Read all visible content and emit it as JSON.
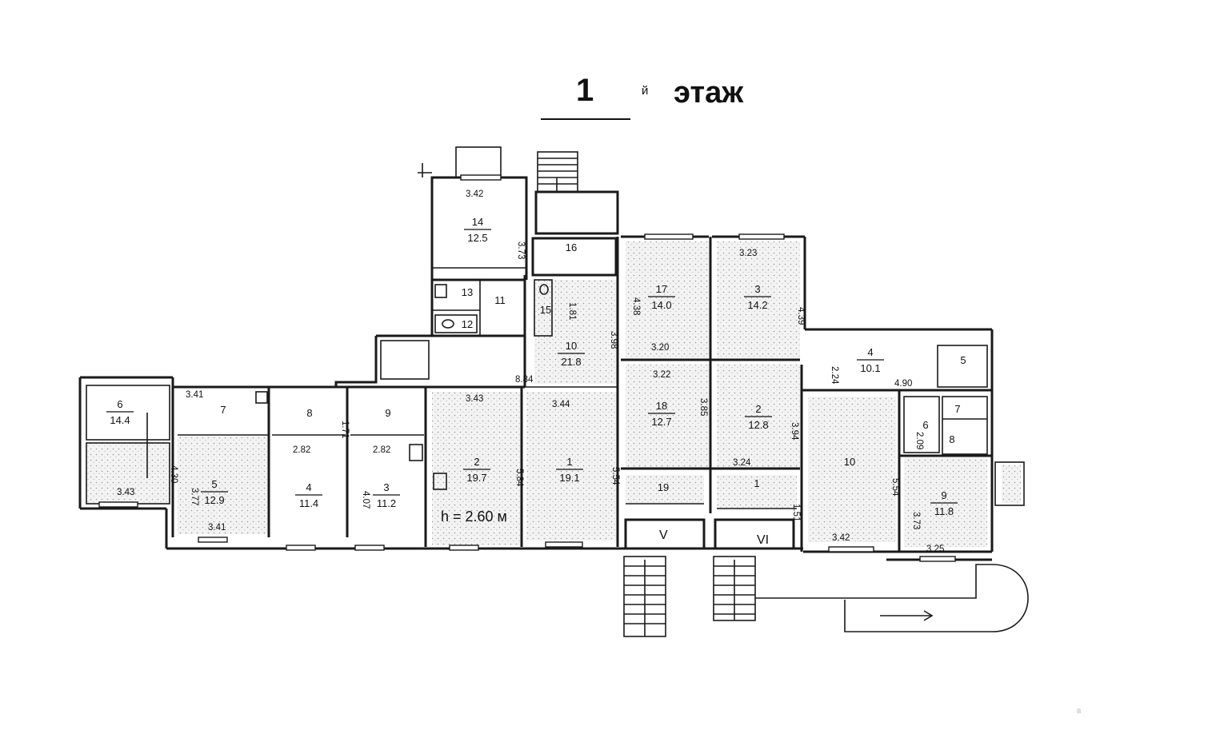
{
  "title": {
    "number": "1",
    "superscript": "й",
    "word": "этаж"
  },
  "ceiling_height": "h = 2.60 м",
  "entrances": [
    "V",
    "VI"
  ],
  "rooms": [
    {
      "id": "r14",
      "num": "14",
      "area": "12.5"
    },
    {
      "id": "r13",
      "num": "13",
      "area": ""
    },
    {
      "id": "r12",
      "num": "12",
      "area": ""
    },
    {
      "id": "r11",
      "num": "11",
      "area": ""
    },
    {
      "id": "r15",
      "num": "15",
      "area": ""
    },
    {
      "id": "r16",
      "num": "16",
      "area": ""
    },
    {
      "id": "r10a",
      "num": "10",
      "area": "21.8"
    },
    {
      "id": "r17",
      "num": "17",
      "area": "14.0"
    },
    {
      "id": "r3b",
      "num": "3",
      "area": "14.2"
    },
    {
      "id": "r4b",
      "num": "4",
      "area": "10.1"
    },
    {
      "id": "r5b",
      "num": "5",
      "area": ""
    },
    {
      "id": "r6a",
      "num": "6",
      "area": "14.4"
    },
    {
      "id": "r7a",
      "num": "7",
      "area": ""
    },
    {
      "id": "r8a",
      "num": "8",
      "area": ""
    },
    {
      "id": "r9a",
      "num": "9",
      "area": ""
    },
    {
      "id": "r5a",
      "num": "5",
      "area": "12.9"
    },
    {
      "id": "r4a",
      "num": "4",
      "area": "11.4"
    },
    {
      "id": "r3a",
      "num": "3",
      "area": "11.2"
    },
    {
      "id": "r2a",
      "num": "2",
      "area": "19.7"
    },
    {
      "id": "r1a",
      "num": "1",
      "area": "19.1"
    },
    {
      "id": "r18",
      "num": "18",
      "area": "12.7"
    },
    {
      "id": "r2b",
      "num": "2",
      "area": "12.8"
    },
    {
      "id": "r19",
      "num": "19",
      "area": ""
    },
    {
      "id": "r1b",
      "num": "1",
      "area": ""
    },
    {
      "id": "r10b",
      "num": "10",
      "area": ""
    },
    {
      "id": "r6b",
      "num": "6",
      "area": ""
    },
    {
      "id": "r7b",
      "num": "7",
      "area": ""
    },
    {
      "id": "r8b",
      "num": "8",
      "area": ""
    },
    {
      "id": "r9b",
      "num": "9",
      "area": "11.8"
    }
  ],
  "dimensions": [
    "3.42",
    "3.73",
    "1.81",
    "3.98",
    "8.84",
    "4.38",
    "3.20",
    "3.23",
    "4.39",
    "2.24",
    "4.90",
    "3.41",
    "1.71",
    "3.43",
    "3.44",
    "3.22",
    "3.85",
    "3.94",
    "2.82",
    "2.82",
    "4.30",
    "3.77",
    "4.07",
    "5.84",
    "5.54",
    "3.24",
    "1.51",
    "2.09",
    "5.54",
    "3.73",
    "3.43",
    "3.41",
    "3.42",
    "3.25"
  ],
  "watermark": "в"
}
